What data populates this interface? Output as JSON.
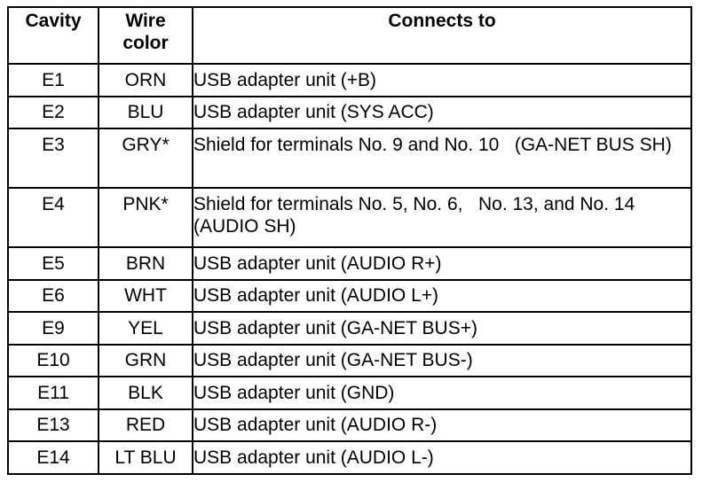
{
  "table": {
    "headers": {
      "cavity": "Cavity",
      "wire_color": "Wire color",
      "connects_to": "Connects to"
    },
    "rows": [
      {
        "cavity": "E1",
        "wire_color": "ORN",
        "connects_to": "USB adapter unit (+B)"
      },
      {
        "cavity": "E2",
        "wire_color": "BLU",
        "connects_to": "USB adapter unit (SYS ACC)"
      },
      {
        "cavity": "E3",
        "wire_color": "GRY*",
        "connects_to": "Shield for terminals No. 9 and No. 10   (GA-NET BUS SH)"
      },
      {
        "cavity": "E4",
        "wire_color": "PNK*",
        "connects_to": "Shield for terminals No. 5, No. 6,   No. 13, and No. 14   (AUDIO SH)"
      },
      {
        "cavity": "E5",
        "wire_color": "BRN",
        "connects_to": "USB adapter unit (AUDIO R+)"
      },
      {
        "cavity": "E6",
        "wire_color": "WHT",
        "connects_to": "USB adapter unit (AUDIO L+)"
      },
      {
        "cavity": "E9",
        "wire_color": "YEL",
        "connects_to": "USB adapter unit (GA-NET BUS+)"
      },
      {
        "cavity": "E10",
        "wire_color": "GRN",
        "connects_to": "USB adapter unit (GA-NET BUS-)"
      },
      {
        "cavity": "E11",
        "wire_color": "BLK",
        "connects_to": "USB adapter unit (GND)"
      },
      {
        "cavity": "E13",
        "wire_color": "RED",
        "connects_to": "USB adapter unit (AUDIO R-)"
      },
      {
        "cavity": "E14",
        "wire_color": "LT BLU",
        "connects_to": "USB adapter unit (AUDIO L-)"
      }
    ]
  }
}
